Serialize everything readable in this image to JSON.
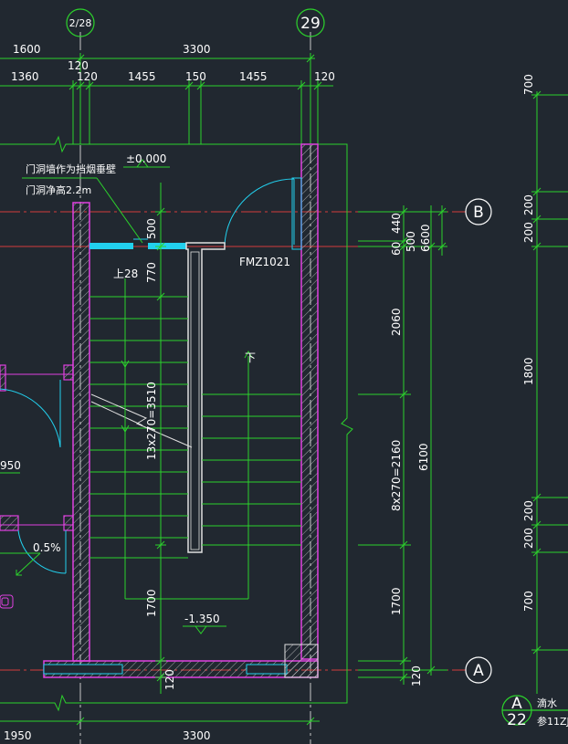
{
  "axes": {
    "top_left": "2/28",
    "top_right": "29",
    "right_top": "B",
    "right_bottom": "A"
  },
  "dims_top_row1": [
    "1600",
    "3300"
  ],
  "dims_top_row2": [
    "120",
    "1360",
    "120",
    "1455",
    "150",
    "1455",
    "120"
  ],
  "dims_right_inner": [
    "440",
    "60",
    "500",
    "2060",
    "8x270=2160",
    "1700",
    "120"
  ],
  "dims_right_total": [
    "6100",
    "6600"
  ],
  "dims_far_right": [
    "700",
    "200",
    "200",
    "1800",
    "200",
    "200",
    "700"
  ],
  "dims_bottom": [
    "1950",
    "3300"
  ],
  "dims_inside": {
    "d500": "500",
    "d770": "770",
    "stair_run": "13x270=3510",
    "d1700": "1700",
    "d120": "120"
  },
  "labels": {
    "note_line1": "门洞墙作为挡烟垂壁",
    "note_line2": "门洞净高2.2m",
    "elev_top": "±0.000",
    "elev_bottom": "-1.350",
    "door": "FMZ1021",
    "up": "上28",
    "down": "下",
    "slope": "0.5%",
    "partial_950": "950",
    "detail_top": "A",
    "detail_bottom": "22",
    "detail_txt1": "滴水",
    "detail_txt2": "参11ZJ"
  }
}
